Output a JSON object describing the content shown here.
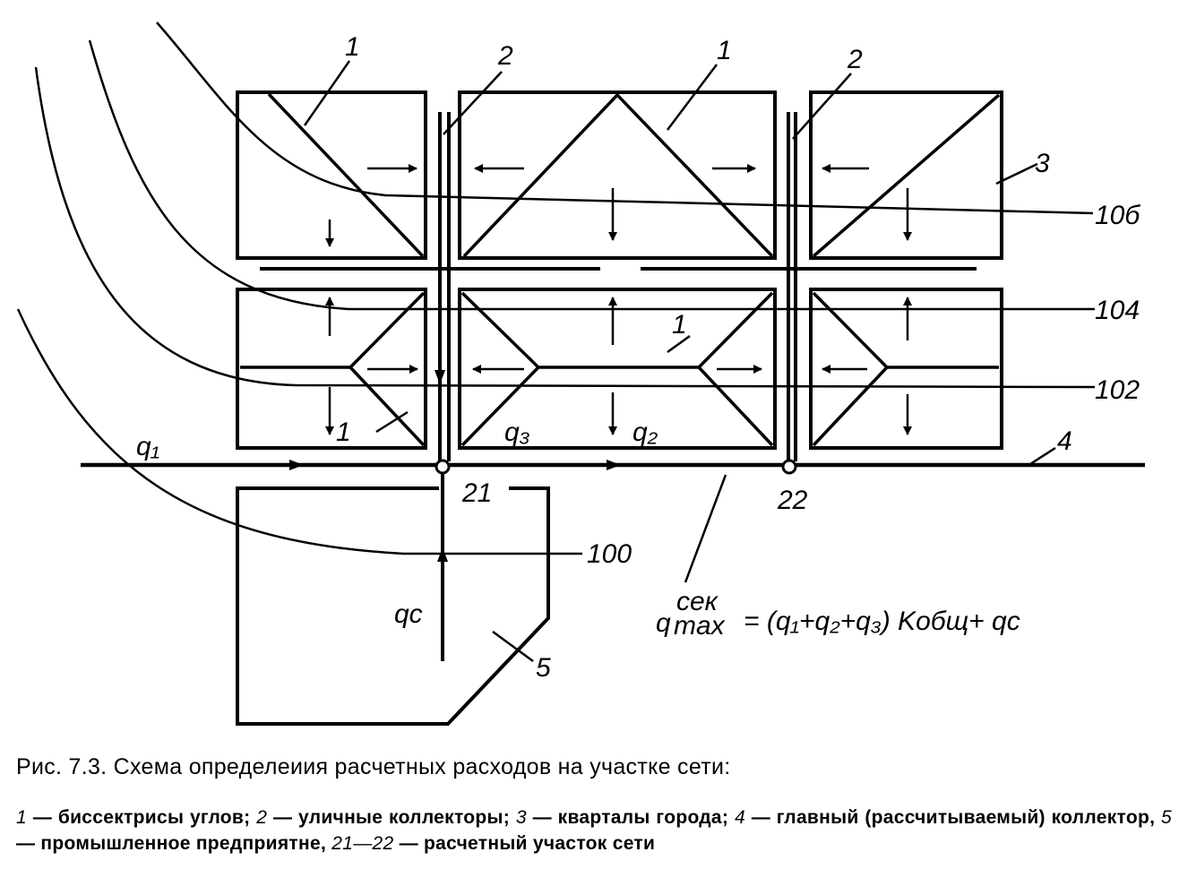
{
  "figure": {
    "labels": {
      "bisector_top_left": "1",
      "collector_left": "2",
      "bisector_top_mid": "1",
      "collector_right": "2",
      "quarter": "3",
      "isoline_106": "10б",
      "isoline_104": "104",
      "isoline_102": "102",
      "isoline_100": "100",
      "main_collector": "4",
      "bisector_mid_left": "1",
      "bisector_mid_mid": "1",
      "flow_q1": "q₁",
      "flow_q3": "q₃",
      "flow_q2": "q₂",
      "flow_qc": "qc",
      "node_21": "21",
      "node_22": "22",
      "plant": "5"
    },
    "formula": {
      "lhs": "q",
      "sup": "сек",
      "sub": "max",
      "rhs": "= (q₁+q₂+q₃) Kобщ+ qc"
    }
  },
  "caption": {
    "title": "Рис. 7.3. Схема определеиия расчетных расходов на участке сети:",
    "legend": [
      {
        "num": "1",
        "text": " — биссектрисы углов; "
      },
      {
        "num": "2",
        "text": " — уличные коллекторы; "
      },
      {
        "num": "3",
        "text": " — кварталы города; "
      },
      {
        "num": "4",
        "text": " — главный (рассчитываемый) коллектор, "
      },
      {
        "num": "5",
        "text": " — промышленное предприятне, "
      },
      {
        "num": "21—22",
        "text": " — расчетный участок сети"
      }
    ]
  }
}
